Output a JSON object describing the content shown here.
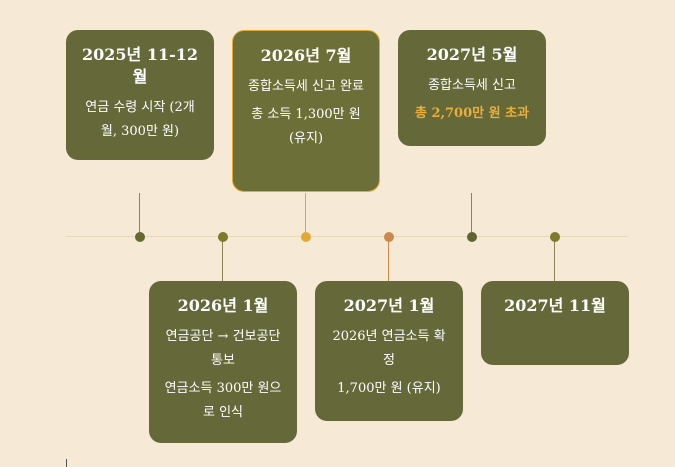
{
  "colors": {
    "background": "#f6ead6",
    "card": "#65693a",
    "highlight_border": "#e2a832",
    "highlight_text": "#e8b03a",
    "dot_olive": "#63692f",
    "dot_gold": "#e2a832",
    "dot_copper": "#c98a4b"
  },
  "events": [
    {
      "date": "2025년 11-12월",
      "lines": [
        "연금 수령 시작 (2개월, 300만 원)"
      ],
      "position": "above",
      "dot_color": "olive"
    },
    {
      "date": "2026년 1월",
      "lines": [
        "연금공단 → 건보공단 통보",
        "연금소득 300만 원으로 인식"
      ],
      "position": "below",
      "dot_color": "olive"
    },
    {
      "date": "2026년 7월",
      "lines": [
        "종합소득세 신고 완료",
        "총 소득 1,300만 원 (유지)"
      ],
      "position": "above",
      "highlight": true,
      "dot_color": "gold"
    },
    {
      "date": "2027년 1월",
      "lines": [
        "2026년 연금소득 확정",
        "1,700만 원 (유지)"
      ],
      "position": "below",
      "dot_color": "copper"
    },
    {
      "date": "2027년 5월",
      "lines": [
        "종합소득세 신고",
        "총 2,700만 원 초과"
      ],
      "highlight_line": 1,
      "position": "above",
      "dot_color": "olive"
    },
    {
      "date": "2027년 11월",
      "lines": [],
      "position": "below",
      "dot_color": "olive"
    }
  ]
}
